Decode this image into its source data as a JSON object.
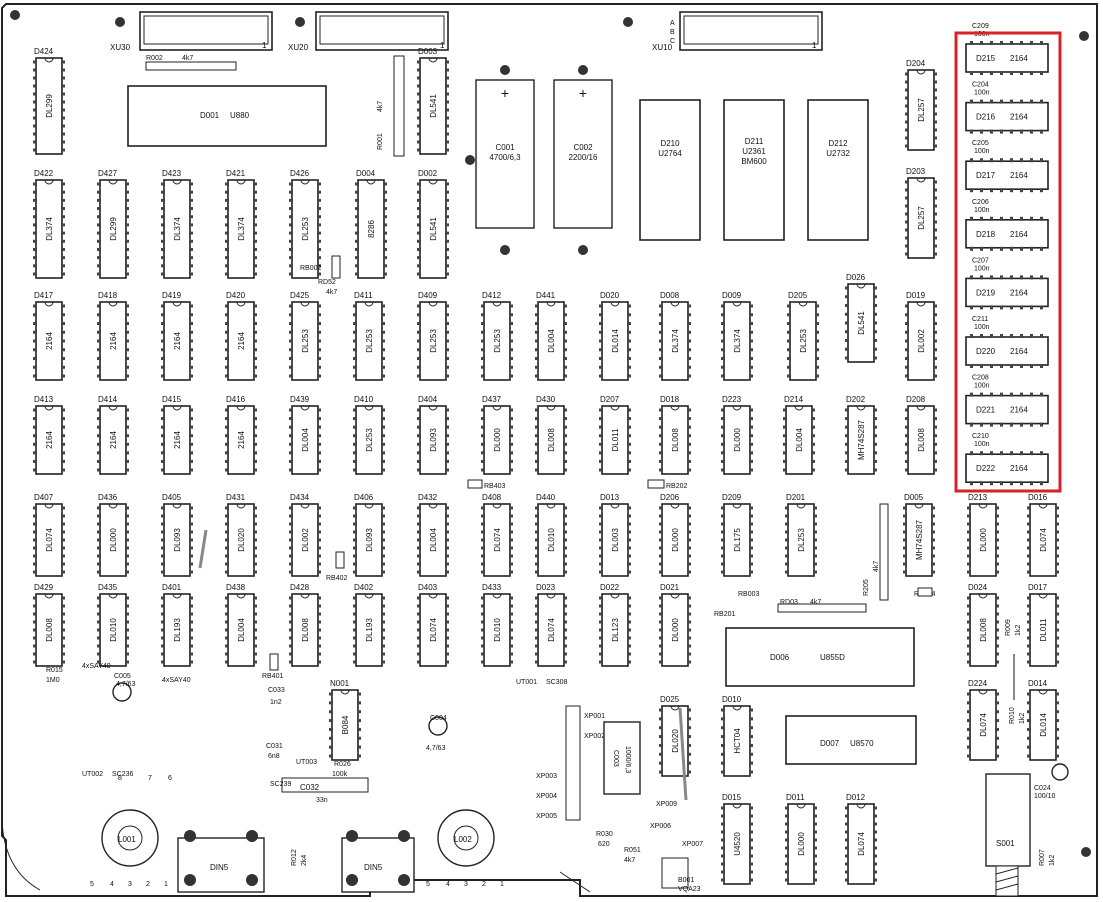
{
  "connectors": [
    {
      "ref": "XU30",
      "pin1": "1"
    },
    {
      "ref": "XU20",
      "pin1": "1"
    },
    {
      "ref": "XU10",
      "pin1": "1",
      "row_labels": [
        "A",
        "B",
        "C"
      ]
    }
  ],
  "electrolytics": [
    {
      "ref": "C001",
      "value": "4700/6,3"
    },
    {
      "ref": "C002",
      "value": "2200/16"
    }
  ],
  "chips_large": [
    {
      "ref": "D001",
      "part": "U880"
    },
    {
      "ref": "D006",
      "part": "U855D"
    },
    {
      "ref": "D007",
      "part": "U8570"
    }
  ],
  "chips_top": [
    {
      "ref": "D210",
      "part": "U2764"
    },
    {
      "ref": "D211",
      "part": "U2361",
      "part2": "BM600"
    },
    {
      "ref": "D212",
      "part": "U2732"
    }
  ],
  "ram_bank": [
    {
      "ref": "D215",
      "part": "2164",
      "cap_ref": "C209",
      "cap_value": "100n"
    },
    {
      "ref": "D216",
      "part": "2164",
      "cap_ref": "C204",
      "cap_value": "100n"
    },
    {
      "ref": "D217",
      "part": "2164",
      "cap_ref": "C205",
      "cap_value": "100n"
    },
    {
      "ref": "D218",
      "part": "2164",
      "cap_ref": "C206",
      "cap_value": "100n"
    },
    {
      "ref": "D219",
      "part": "2164",
      "cap_ref": "C207",
      "cap_value": "100n"
    },
    {
      "ref": "D220",
      "part": "2164",
      "cap_ref": "C211",
      "cap_value": "100n"
    },
    {
      "ref": "D221",
      "part": "2164",
      "cap_ref": "C208",
      "cap_value": "100n"
    },
    {
      "ref": "D222",
      "part": "2164",
      "cap_ref": "C210",
      "cap_value": "100n"
    }
  ],
  "row1": [
    {
      "ref": "D424",
      "part": "DL299"
    },
    {
      "ref": "D003",
      "part": "DL541"
    }
  ],
  "row2": [
    {
      "ref": "D422",
      "part": "DL374"
    },
    {
      "ref": "D427",
      "part": "DL299"
    },
    {
      "ref": "D423",
      "part": "DL374"
    },
    {
      "ref": "D421",
      "part": "DL374"
    },
    {
      "ref": "D426",
      "part": "DL253"
    },
    {
      "ref": "D004",
      "part": "8286"
    },
    {
      "ref": "D002",
      "part": "DL541"
    },
    {
      "ref": "D204",
      "part": "DL257"
    },
    {
      "ref": "D203",
      "part": "DL257"
    }
  ],
  "row3": [
    {
      "ref": "D417",
      "part": "2164"
    },
    {
      "ref": "D418",
      "part": "2164"
    },
    {
      "ref": "D419",
      "part": "2164"
    },
    {
      "ref": "D420",
      "part": "2164"
    },
    {
      "ref": "D425",
      "part": "DL253"
    },
    {
      "ref": "D411",
      "part": "DL253"
    },
    {
      "ref": "D409",
      "part": "DL253"
    },
    {
      "ref": "D412",
      "part": "DL253"
    },
    {
      "ref": "D441",
      "part": "DL004"
    },
    {
      "ref": "D020",
      "part": "DL014"
    },
    {
      "ref": "D008",
      "part": "DL374"
    },
    {
      "ref": "D009",
      "part": "DL374"
    },
    {
      "ref": "D205",
      "part": "DL253"
    },
    {
      "ref": "D026",
      "part": "DL541"
    },
    {
      "ref": "D019",
      "part": "DL002"
    }
  ],
  "row4": [
    {
      "ref": "D413",
      "part": "2164"
    },
    {
      "ref": "D414",
      "part": "2164"
    },
    {
      "ref": "D415",
      "part": "2164"
    },
    {
      "ref": "D416",
      "part": "2164"
    },
    {
      "ref": "D439",
      "part": "DL004"
    },
    {
      "ref": "D410",
      "part": "DL253"
    },
    {
      "ref": "D404",
      "part": "DL093"
    },
    {
      "ref": "D437",
      "part": "DL000"
    },
    {
      "ref": "D430",
      "part": "DL008"
    },
    {
      "ref": "D207",
      "part": "DL011"
    },
    {
      "ref": "D018",
      "part": "DL008"
    },
    {
      "ref": "D223",
      "part": "DL000"
    },
    {
      "ref": "D214",
      "part": "DL004"
    },
    {
      "ref": "D202",
      "part": "MH74S287"
    },
    {
      "ref": "D208",
      "part": "DL008"
    }
  ],
  "row5": [
    {
      "ref": "D407",
      "part": "DL074"
    },
    {
      "ref": "D436",
      "part": "DL000"
    },
    {
      "ref": "D405",
      "part": "DL093"
    },
    {
      "ref": "D431",
      "part": "DL020"
    },
    {
      "ref": "D434",
      "part": "DL002"
    },
    {
      "ref": "D406",
      "part": "DL093"
    },
    {
      "ref": "D432",
      "part": "DL004"
    },
    {
      "ref": "D408",
      "part": "DL074"
    },
    {
      "ref": "D440",
      "part": "DL010"
    },
    {
      "ref": "D013",
      "part": "DL003"
    },
    {
      "ref": "D206",
      "part": "DL000"
    },
    {
      "ref": "D209",
      "part": "DL175"
    },
    {
      "ref": "D201",
      "part": "DL253"
    },
    {
      "ref": "D005",
      "part": "MH74S287"
    },
    {
      "ref": "D213",
      "part": "DL000"
    },
    {
      "ref": "D016",
      "part": "DL074"
    }
  ],
  "row6": [
    {
      "ref": "D429",
      "part": "DL008"
    },
    {
      "ref": "D435",
      "part": "DL010"
    },
    {
      "ref": "D401",
      "part": "DL193"
    },
    {
      "ref": "D438",
      "part": "DL004"
    },
    {
      "ref": "D428",
      "part": "DL008"
    },
    {
      "ref": "D402",
      "part": "DL193"
    },
    {
      "ref": "D403",
      "part": "DL074"
    },
    {
      "ref": "D433",
      "part": "DL010"
    },
    {
      "ref": "D023",
      "part": "DL074"
    },
    {
      "ref": "D022",
      "part": "DL123"
    },
    {
      "ref": "D021",
      "part": "DL000"
    },
    {
      "ref": "D024",
      "part": "DL008"
    },
    {
      "ref": "D017",
      "part": "DL011"
    }
  ],
  "row7": [
    {
      "ref": "N001",
      "part": "B084"
    },
    {
      "ref": "D025",
      "part": "DL020"
    },
    {
      "ref": "D010",
      "part": "HCT04"
    },
    {
      "ref": "D224",
      "part": "DL074"
    },
    {
      "ref": "D014",
      "part": "DL014"
    }
  ],
  "row8": [
    {
      "ref": "D015",
      "part": "U4520"
    },
    {
      "ref": "D011",
      "part": "DL000"
    },
    {
      "ref": "D012",
      "part": "DL074"
    }
  ],
  "misc_labels": {
    "r002": "R002",
    "r002_val": "4k7",
    "r001": "R001",
    "r001_val": "4k7",
    "rb002": "RB002",
    "rd52": "RD52",
    "rd52_val": "4k7",
    "rb403": "RB403",
    "rb202": "RB202",
    "rb402": "RB402",
    "rb401": "RB401",
    "rb201": "RB201",
    "rb003": "RB003",
    "rd03": "RD03",
    "rd03_val": "4k7",
    "rb004": "RB004",
    "r205": "R205",
    "r205_val": "4k7",
    "xp001": "XP001",
    "xp002": "XP002",
    "xp003": "XP003",
    "xp004": "XP004",
    "xp005": "XP005",
    "c003": "C003",
    "c003_val": "1000/6,3",
    "c005": "C005",
    "c005_val": "4,7/63",
    "c004": "C004",
    "c004_val": "4,7/63",
    "c024": "C024",
    "c024_val": "100/10",
    "c032": "C032",
    "c032_val": "33n",
    "c033": "C033",
    "c033_val": "1n2",
    "c031": "C031",
    "c031_val": "6n8",
    "l001": "L001",
    "l002": "L002",
    "din1": "DIN5",
    "din2": "DIN5",
    "s001": "S001",
    "b001": "B001",
    "b001_val": "VQA23",
    "ut001": "UT001",
    "ut001_val": "SC308",
    "ut002": "UT002",
    "ut002_val": "SC236",
    "ut003": "UT003",
    "ut003_val": "SC239",
    "r015": "R015",
    "r015_val": "1M0",
    "r026": "R026",
    "r026_val": "100k",
    "r030": "R030",
    "r030_val": "620",
    "r051": "R051",
    "r051_val": "4k7",
    "r012": "R012",
    "r012_val": "2k4",
    "r007": "R007",
    "r007_val": "1k2",
    "r010": "R010",
    "r010_val": "1k2",
    "r009": "R009",
    "r009_val": "1k2",
    "sav": "4xSAY40",
    "xp006": "XP006",
    "xp007": "XP007",
    "xp009": "XP009",
    "pins_l": [
      "5",
      "4",
      "3",
      "2",
      "1"
    ],
    "pins_top": [
      "8",
      "7",
      "6"
    ]
  }
}
